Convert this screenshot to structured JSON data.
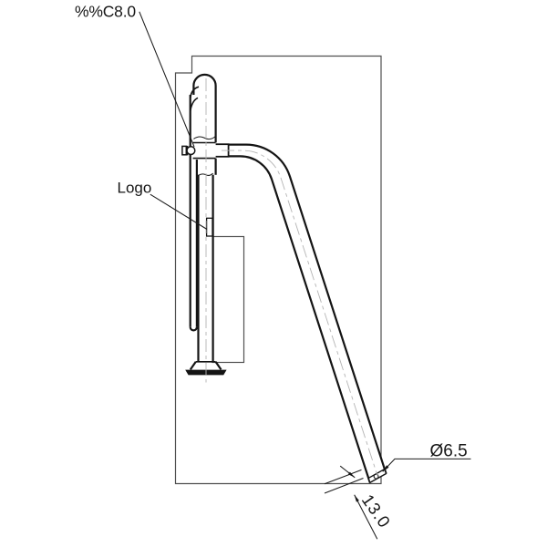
{
  "drawing": {
    "type": "technical-cad-drawing",
    "background_color": "#ffffff",
    "line_color": "#141414",
    "panel_line_color": "#4f4f4f",
    "centerline_color": "#b4b4b4",
    "labels": {
      "top_diameter_callout": "%%C8.0",
      "logo_callout": "Logo",
      "end_hole_diameter": "Ø6.5",
      "end_width_dimension": "13.0"
    }
  }
}
